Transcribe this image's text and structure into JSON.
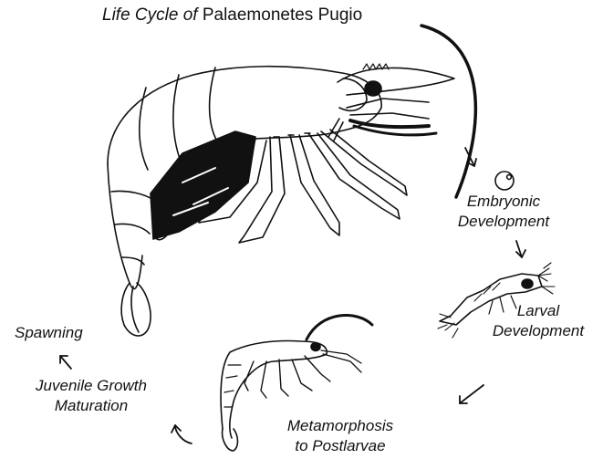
{
  "diagram": {
    "title_italic": "Life Cycle of",
    "title_species": "Palaemonetes Pugio",
    "stages": {
      "embryonic": [
        "Embryonic",
        "Development"
      ],
      "larval": [
        "Larval",
        "Development"
      ],
      "metamorphosis": [
        "Metamorphosis",
        "to Postlarvae"
      ],
      "juvenile": [
        "Juvenile Growth",
        "Maturation"
      ],
      "spawning": "Spawning"
    }
  }
}
